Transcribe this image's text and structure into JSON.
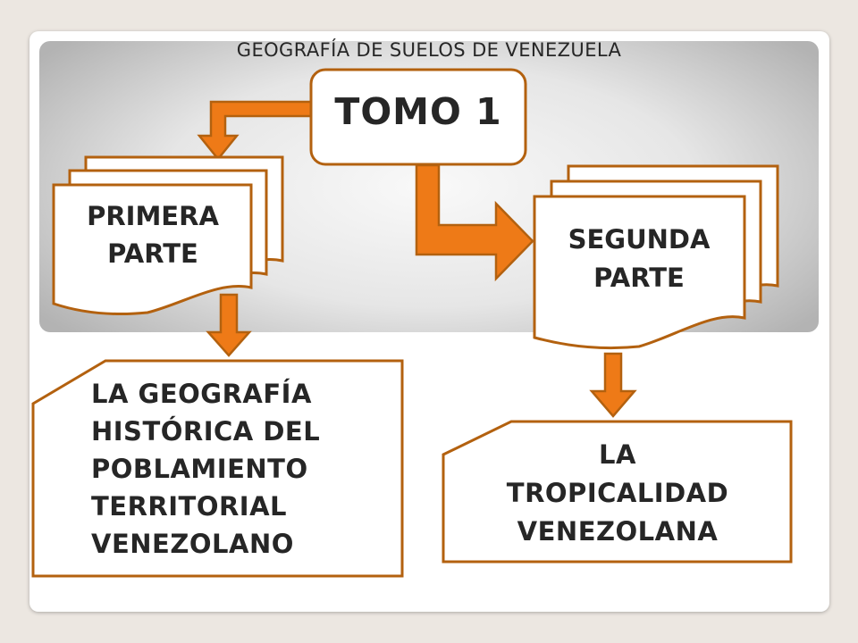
{
  "title": "GEOGRAFÍA DE SUELOS DE VENEZUELA",
  "root": {
    "label": "TOMO 1"
  },
  "parts": [
    {
      "label_lines": [
        "PRIMERA",
        "PARTE"
      ],
      "topic_lines": [
        "LA GEOGRAFÍA",
        "HISTÓRICA DEL",
        "POBLAMIENTO",
        "TERRITORIAL",
        "VENEZOLANO"
      ]
    },
    {
      "label_lines": [
        "SEGUNDA",
        "PARTE"
      ],
      "topic_lines": [
        "LA",
        "TROPICALIDAD",
        "VENEZOLANA"
      ]
    }
  ],
  "colors": {
    "arrow_fill": "#ee7a17",
    "outline": "#b3610f",
    "text": "#262626"
  }
}
